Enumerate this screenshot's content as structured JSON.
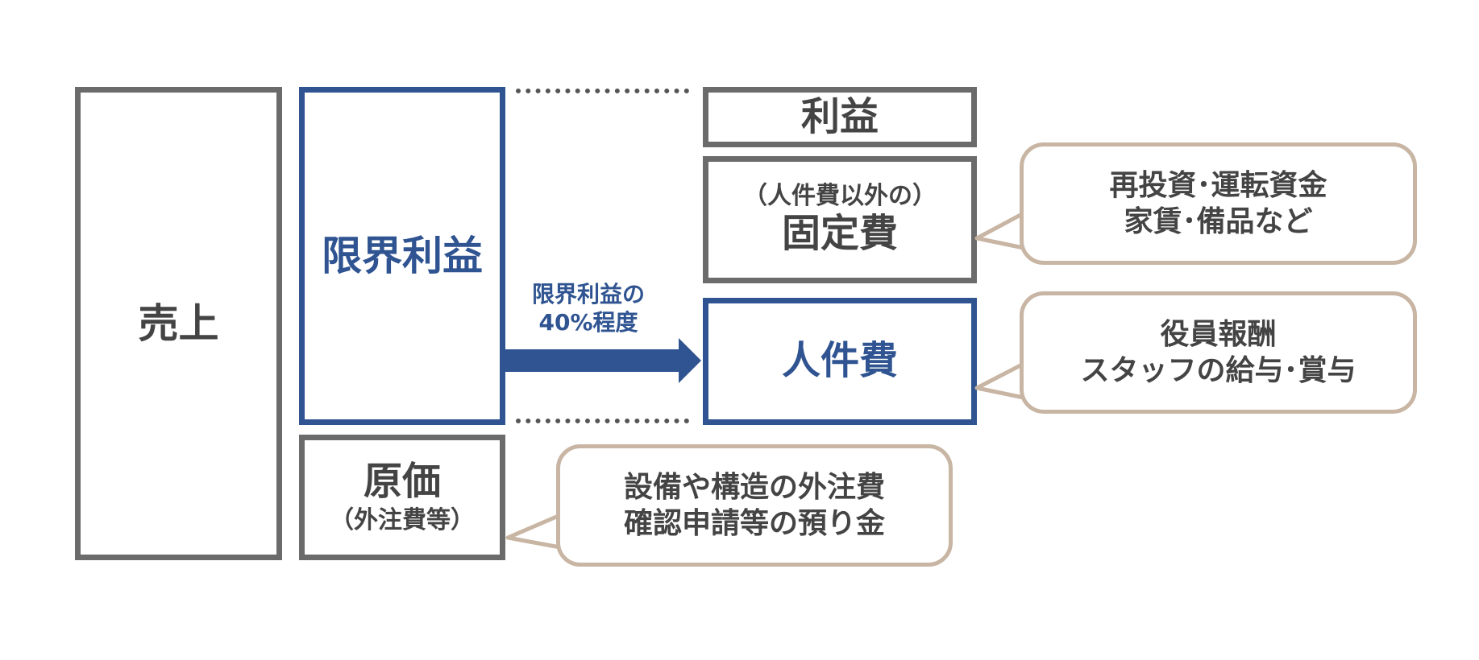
{
  "sales": {
    "label": "売上"
  },
  "marginal_profit": {
    "label": "限界利益"
  },
  "cost_of_goods": {
    "label": "原価",
    "note": "（外注費等）"
  },
  "profit": {
    "label": "利益"
  },
  "fixed_costs": {
    "note": "（人件費以外の）",
    "label": "固定費"
  },
  "personnel": {
    "label": "人件費"
  },
  "arrow": {
    "line1": "限界利益の",
    "line2": "40%程度"
  },
  "callouts": {
    "fixed": {
      "line1": "再投資･運転資金",
      "line2": "家賃･備品など"
    },
    "personnel": {
      "line1": "役員報酬",
      "line2": "スタッフの給与･賞与"
    },
    "cost": {
      "line1": "設備や構造の外注費",
      "line2": "確認申請等の預り金"
    }
  },
  "colors": {
    "gray_border": "#6b6b6b",
    "blue_accent": "#2f5491",
    "callout_border": "#c8b5a3",
    "text_dark": "#444444"
  }
}
